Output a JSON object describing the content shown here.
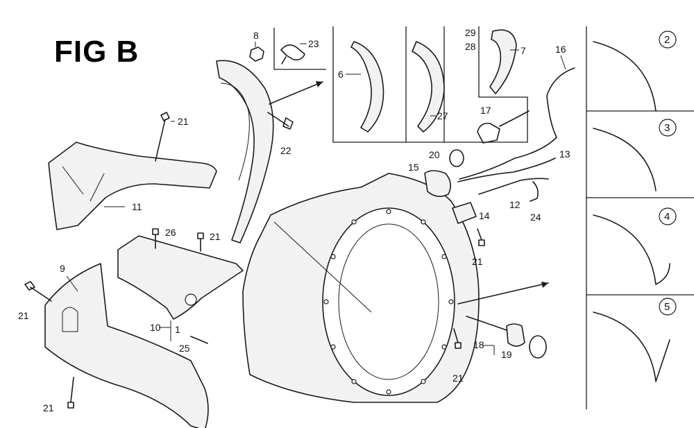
{
  "figure": {
    "title": "FIG B",
    "colors": {
      "ink": "#1a1a1a",
      "background": "#ffffff"
    }
  },
  "callouts": [
    "1",
    "6",
    "7",
    "8",
    "9",
    "10",
    "11",
    "12",
    "13",
    "14",
    "15",
    "16",
    "17",
    "18",
    "19",
    "20",
    "21",
    "21",
    "21",
    "21",
    "21",
    "21",
    "21",
    "22",
    "23",
    "24",
    "25",
    "26",
    "27",
    "28",
    "29"
  ],
  "insets": [
    "2",
    "3",
    "4",
    "5"
  ]
}
